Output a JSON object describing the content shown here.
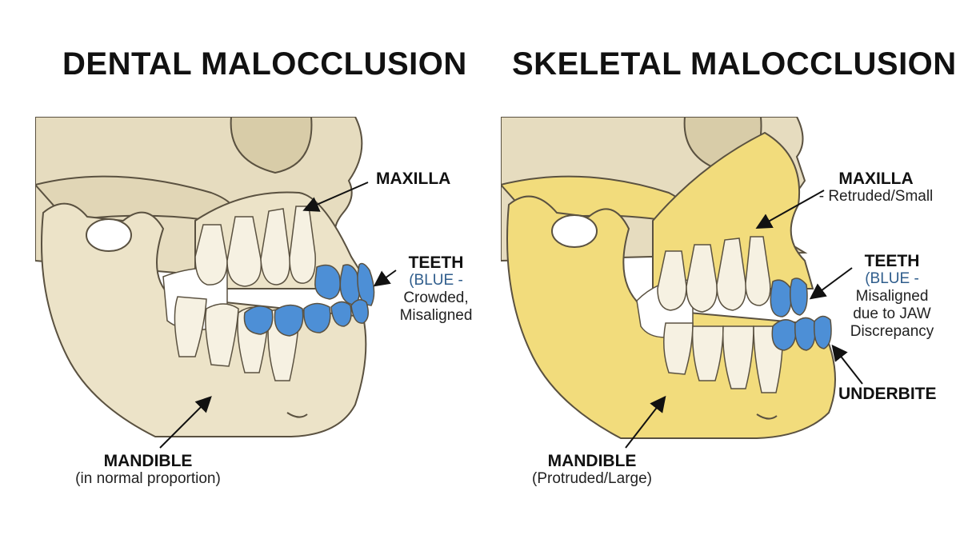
{
  "left": {
    "title": "DENTAL MALOCCLUSION",
    "maxilla": {
      "label": "MAXILLA"
    },
    "teeth": {
      "label": "TEETH",
      "note_blue": "(BLUE -",
      "note_1": "Crowded,",
      "note_2": "Misaligned"
    },
    "mandible": {
      "label": "MANDIBLE",
      "note": "(in normal proportion)"
    }
  },
  "right": {
    "title": "SKELETAL MALOCCLUSION",
    "maxilla": {
      "label": "MAXILLA",
      "note": "- Retruded/Small"
    },
    "teeth": {
      "label": "TEETH",
      "note_blue": "(BLUE -",
      "note_1": "Misaligned",
      "note_2": "due to JAW",
      "note_3": "Discrepancy"
    },
    "underbite": {
      "label": "UNDERBITE"
    },
    "mandible": {
      "label": "MANDIBLE",
      "note": "(Protruded/Large)"
    }
  },
  "colors": {
    "bone": "#ece3c8",
    "bone_dark": "#d9cda9",
    "bone_yellow": "#f2dc7c",
    "tooth": "#f6f1e2",
    "tooth_blue": "#4d8fd6",
    "outline": "#5a5140"
  }
}
